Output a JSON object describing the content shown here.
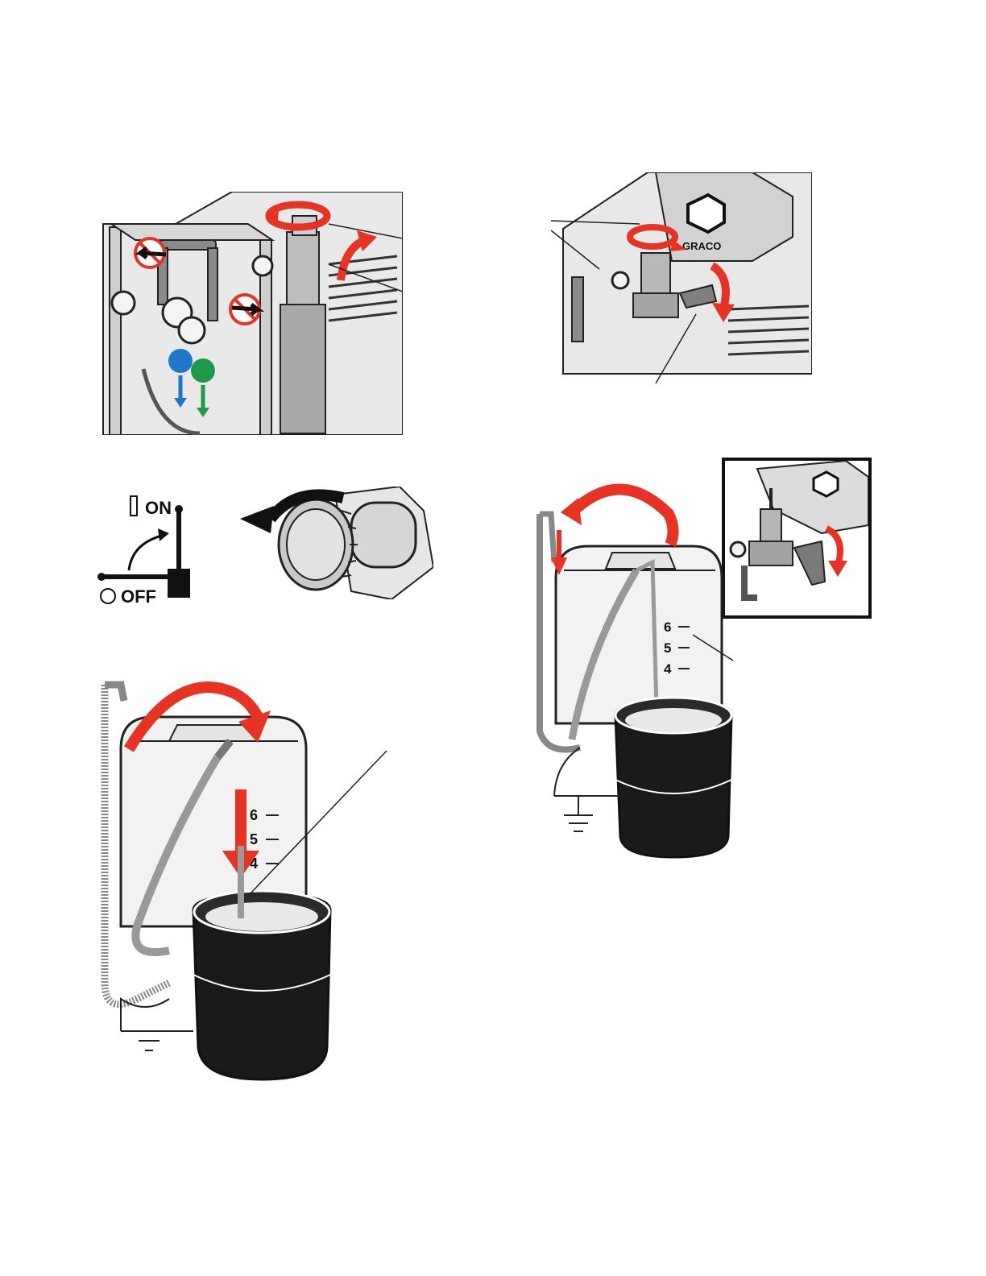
{
  "switch": {
    "on_label": "ON",
    "off_label": "OFF"
  },
  "brand": {
    "logo_text": "GRACO"
  },
  "pail_scale": {
    "marks": [
      "6",
      "5",
      "4"
    ]
  },
  "colors": {
    "arrow_red": "#e63323",
    "blue_indicator": "#1f77c8",
    "green_indicator": "#1e9a48",
    "ink": "#1a1a1a",
    "machine_gray": "#9a9a9a"
  }
}
